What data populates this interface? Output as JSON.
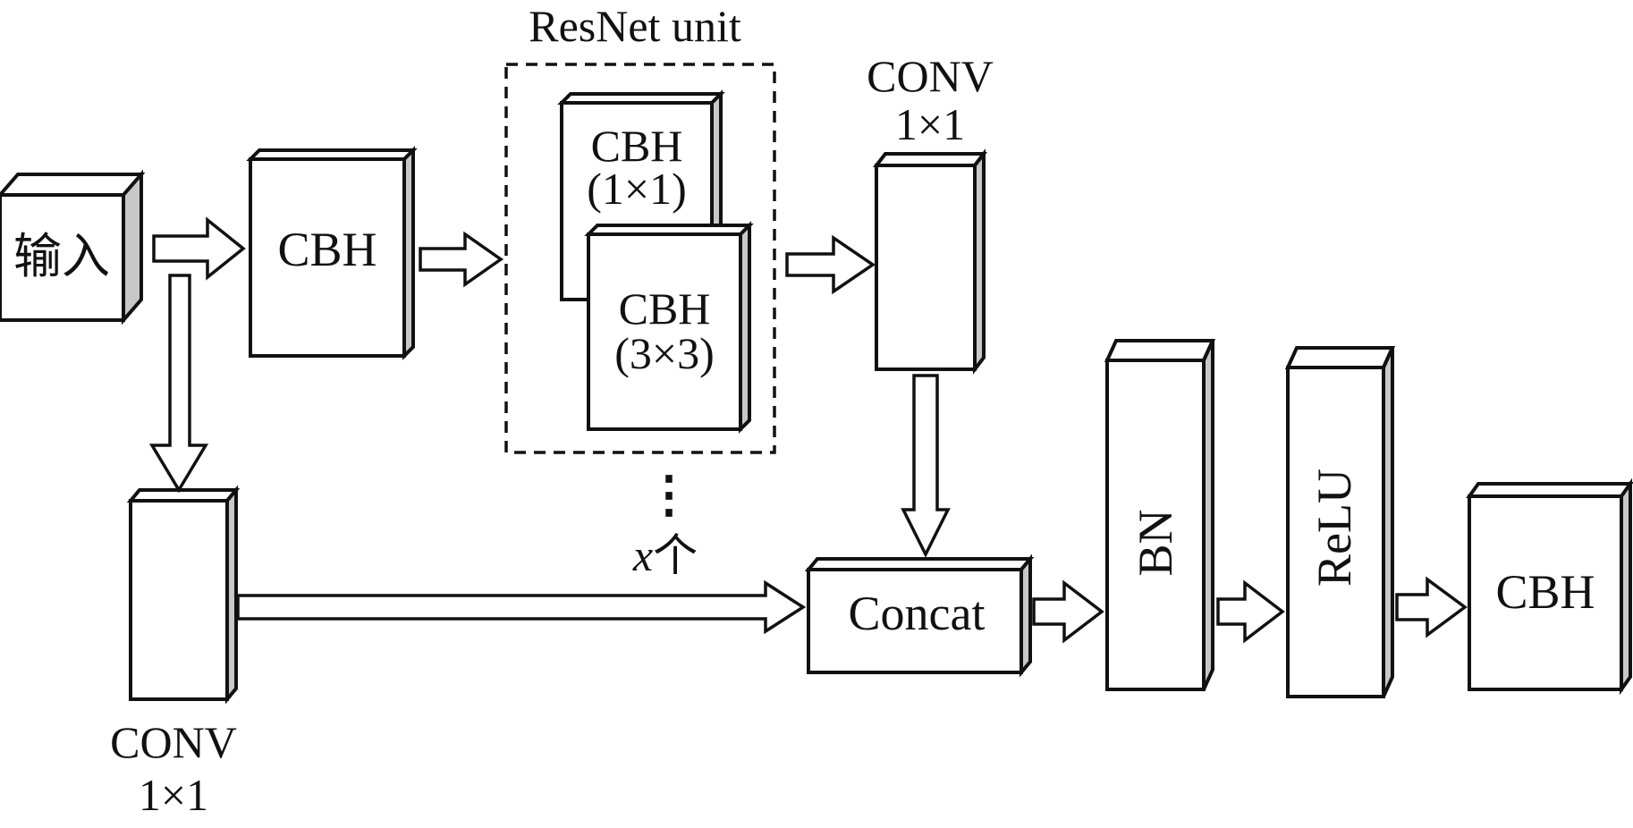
{
  "diagram": {
    "input_label": "输入",
    "cbh_first_label": "CBH",
    "resnet_title": "ResNet unit",
    "cbh_1x1_line1": "CBH",
    "cbh_1x1_line2": "(1×1)",
    "cbh_3x3_line1": "CBH",
    "cbh_3x3_line2": "(3×3)",
    "repeat_dots": "⋮",
    "repeat_var": "x",
    "repeat_unit": "个",
    "conv_top_line1": "CONV",
    "conv_top_line2": "1×1",
    "conv_bottom_line1": "CONV",
    "conv_bottom_line2": "1×1",
    "concat_label": "Concat",
    "bn_label": "BN",
    "relu_label": "ReLU",
    "cbh_last_label": "CBH"
  },
  "colors": {
    "stroke": "#111111",
    "side_face": "#c8c8c8",
    "background": "#ffffff"
  }
}
